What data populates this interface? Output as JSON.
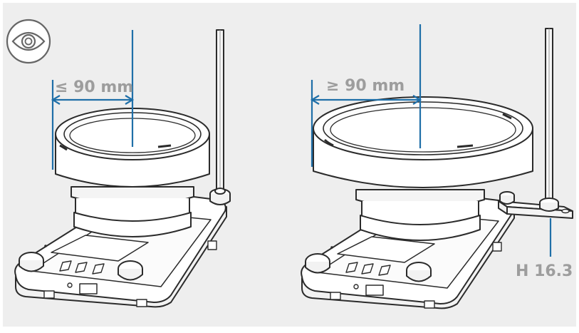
{
  "labels": {
    "left_dimension": "≤ 90 mm",
    "right_dimension": "≥ 90 mm",
    "height_label": "H 16.3"
  },
  "icons": {
    "top_left": "eye-icon"
  },
  "colors": {
    "background_panel": "#eeeeee",
    "device_outline": "#2b2b2b",
    "dimension_blue": "#1f6fa8",
    "label_gray": "#9d9d9d",
    "icon_outline": "#666666"
  }
}
